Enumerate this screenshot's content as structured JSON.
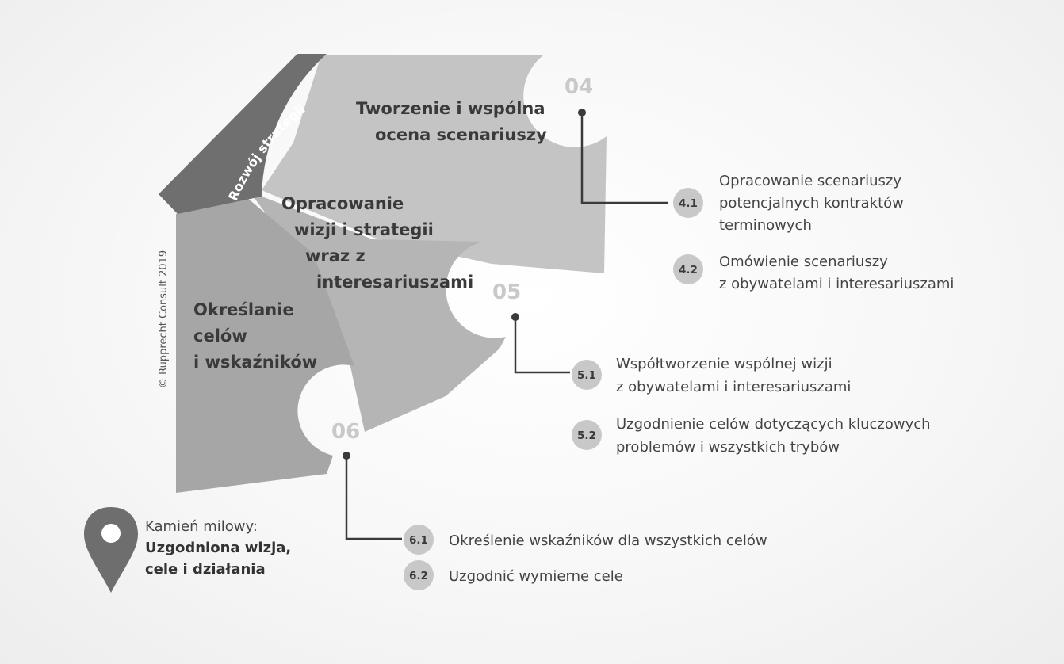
{
  "band": {
    "label": "Rozwój strategii"
  },
  "copyright": "© Rupprecht Consult 2019",
  "segments": [
    {
      "title_lines": [
        "Tworzenie i wspólna",
        "ocena scenariuszy"
      ],
      "color": "#c4c4c4"
    },
    {
      "title_lines": [
        "Opracowanie",
        "wizji i strategii",
        "wraz z",
        "interesariuszami"
      ],
      "color": "#b5b5b5"
    },
    {
      "title_lines": [
        "Określanie",
        "celów",
        "i wskaźników"
      ],
      "color": "#a6a6a6"
    }
  ],
  "steps": [
    {
      "number": "04",
      "items": [
        {
          "badge": "4.1",
          "lines": [
            "Opracowanie scenariuszy",
            "potencjalnych kontraktów",
            "terminowych"
          ]
        },
        {
          "badge": "4.2",
          "lines": [
            "Omówienie scenariuszy",
            "z obywatelami i interesariuszami"
          ]
        }
      ]
    },
    {
      "number": "05",
      "items": [
        {
          "badge": "5.1",
          "lines": [
            "Współtworzenie wspólnej wizji",
            "z obywatelami i interesariuszami"
          ]
        },
        {
          "badge": "5.2",
          "lines": [
            "Uzgodnienie celów dotyczących kluczowych",
            "problemów i wszystkich trybów"
          ]
        }
      ]
    },
    {
      "number": "06",
      "items": [
        {
          "badge": "6.1",
          "lines": [
            "Określenie wskaźników dla wszystkich celów"
          ]
        },
        {
          "badge": "6.2",
          "lines": [
            "Uzgodnić wymierne cele"
          ]
        }
      ]
    }
  ],
  "milestone": {
    "label": "Kamień milowy:",
    "bold_lines": [
      "Uzgodniona wizja,",
      "cele i działania"
    ]
  },
  "colors": {
    "band": "#6f6f6f",
    "badge": "#c8c8c8",
    "connector": "#3a3a3a",
    "pin": "#6e6e6e"
  }
}
